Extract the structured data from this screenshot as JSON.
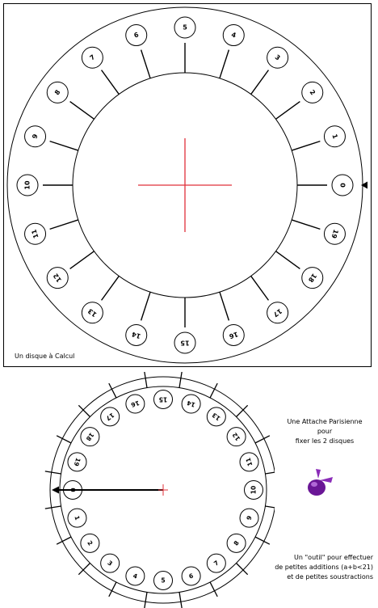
{
  "top_disk": {
    "caption": "Un disque à Calcul",
    "labels": [
      "0",
      "1",
      "2",
      "3",
      "4",
      "5",
      "6",
      "7",
      "8",
      "9",
      "10",
      "11",
      "12",
      "13",
      "14",
      "15",
      "16",
      "17",
      "18",
      "19"
    ]
  },
  "bottom_disk": {
    "labels": [
      "0",
      "1",
      "2",
      "3",
      "4",
      "5",
      "6",
      "7",
      "8",
      "9",
      "10",
      "11",
      "12",
      "13",
      "14",
      "15",
      "16",
      "17",
      "18",
      "19"
    ]
  },
  "fastener_note": {
    "line1": "Une Attache Parisienne",
    "line2": "pour",
    "line3": "fixer les 2 disques"
  },
  "tool_note": {
    "line1": "Un \"outil\" pour effectuer",
    "line2": "de petites additions (a+b<21)",
    "line3": "et de petites soustractions"
  },
  "colors": {
    "ink": "#000000",
    "cross": "#e0303a",
    "fastener": "#7a1fa6"
  },
  "icons": {
    "fastener": "paper-fastener-icon"
  }
}
